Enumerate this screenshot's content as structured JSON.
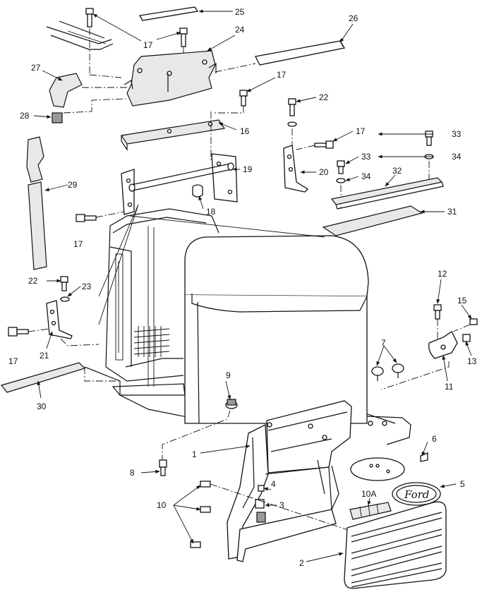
{
  "callouts": {
    "c1": "1",
    "c2": "2",
    "c3": "3",
    "c4": "4",
    "c5": "5",
    "c6": "6",
    "c7": "7",
    "c8": "8",
    "c9": "9",
    "c10": "10",
    "c10a": "10A",
    "c11": "11",
    "c12": "12",
    "c13": "13",
    "c15": "15",
    "c16": "16",
    "c17a": "17",
    "c17b": "17",
    "c17c": "17",
    "c17d": "17",
    "c17e": "17",
    "c18": "18",
    "c19": "19",
    "c20": "20",
    "c21": "21",
    "c22a": "22",
    "c22b": "22",
    "c23": "23",
    "c24": "24",
    "c25": "25",
    "c26": "26",
    "c27": "27",
    "c28": "28",
    "c29": "29",
    "c30": "30",
    "c31": "31",
    "c32": "32",
    "c33a": "33",
    "c33b": "33",
    "c34a": "34",
    "c34b": "34"
  },
  "emblem": {
    "text": "Ford"
  }
}
